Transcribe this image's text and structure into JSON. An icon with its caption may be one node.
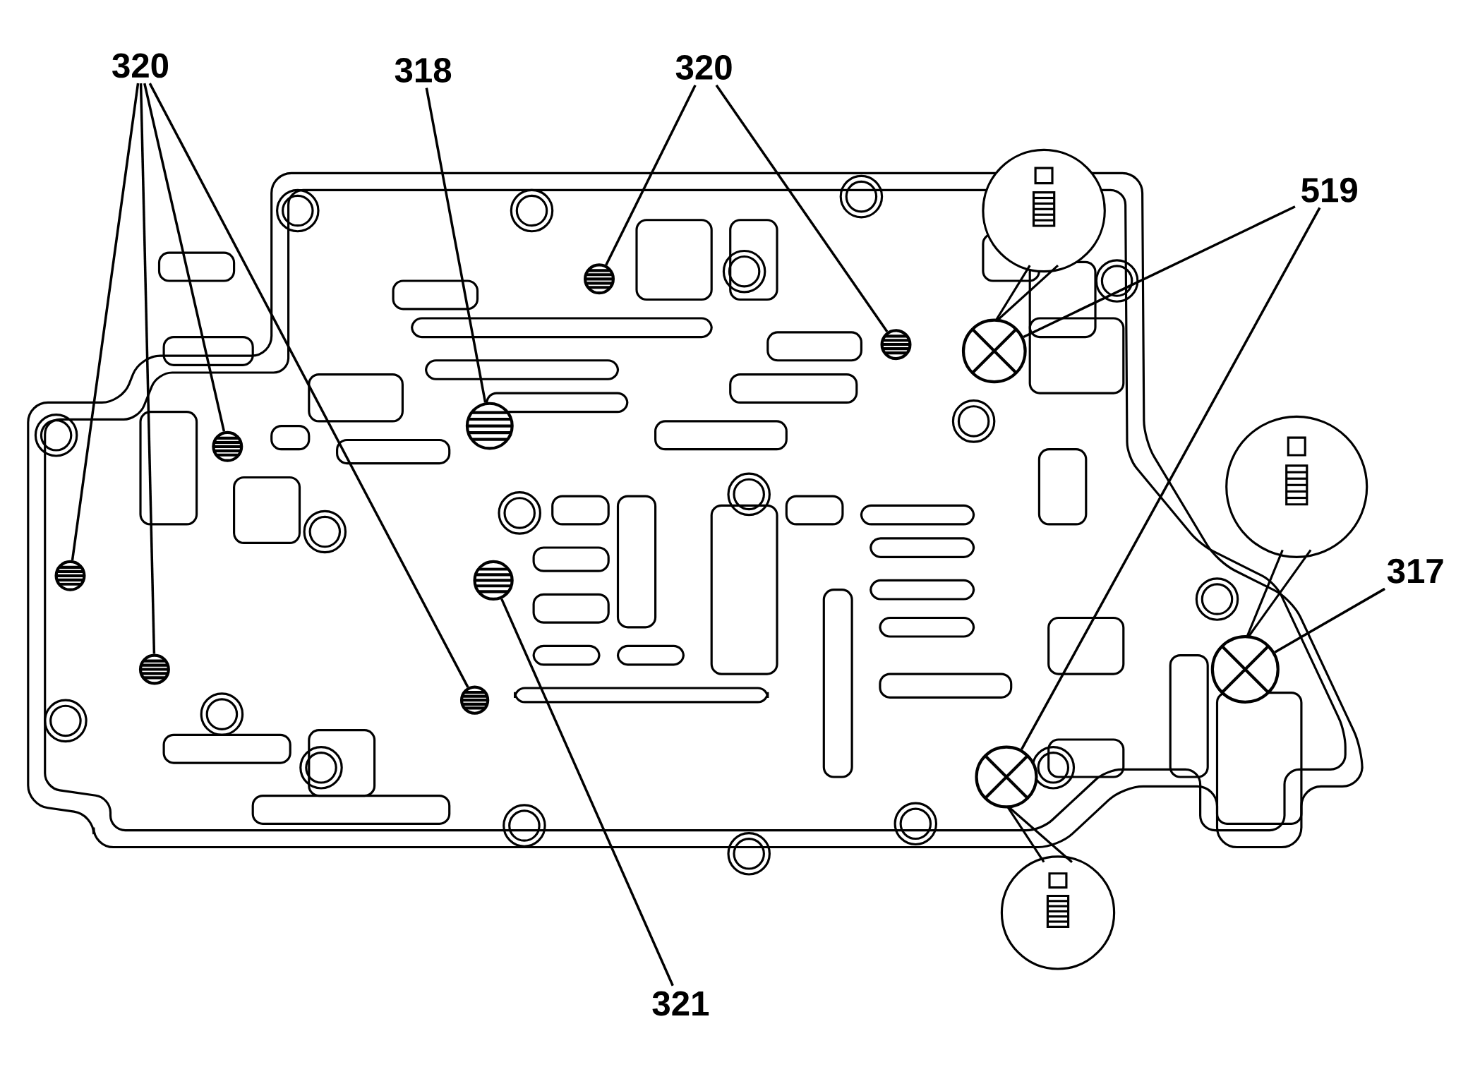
{
  "diagram": {
    "nodes": [
      {
        "text": [
          "320"
        ]
      },
      {
        "text": [],
        "shape": "circle"
      },
      {
        "text": [],
        "shape": "circle"
      },
      {
        "text": [],
        "shape": "circle"
      },
      {
        "text": [],
        "shape": "circle"
      },
      {
        "text": [
          "318"
        ]
      },
      {
        "text": [],
        "shape": "circle"
      },
      {
        "text": [
          "320"
        ]
      },
      {
        "text": [],
        "shape": "circle"
      },
      {
        "text": [],
        "shape": "circle"
      },
      {
        "text": [
          "519"
        ]
      },
      {
        "text": [],
        "shape": "circle"
      },
      {
        "text": [],
        "shape": "circle"
      },
      {
        "text": [
          "317"
        ]
      },
      {
        "text": [],
        "shape": "circle"
      },
      {
        "text": [
          "321"
        ]
      },
      {
        "text": [],
        "shape": "circle"
      }
    ],
    "edges": [
      {
        "from": 0,
        "to": 1,
        "arrow": "none"
      },
      {
        "from": 0,
        "to": 2,
        "arrow": "none"
      },
      {
        "from": 0,
        "to": 3,
        "arrow": "none"
      },
      {
        "from": 0,
        "to": 4,
        "arrow": "none"
      },
      {
        "from": 5,
        "to": 6,
        "arrow": "none"
      },
      {
        "from": 7,
        "to": 8,
        "arrow": "none"
      },
      {
        "from": 7,
        "to": 9,
        "arrow": "none"
      },
      {
        "from": 10,
        "to": 11,
        "arrow": "none"
      },
      {
        "from": 10,
        "to": 12,
        "arrow": "none"
      },
      {
        "from": 13,
        "to": 14,
        "arrow": "none"
      },
      {
        "from": 15,
        "to": 16,
        "arrow": "none"
      }
    ]
  }
}
